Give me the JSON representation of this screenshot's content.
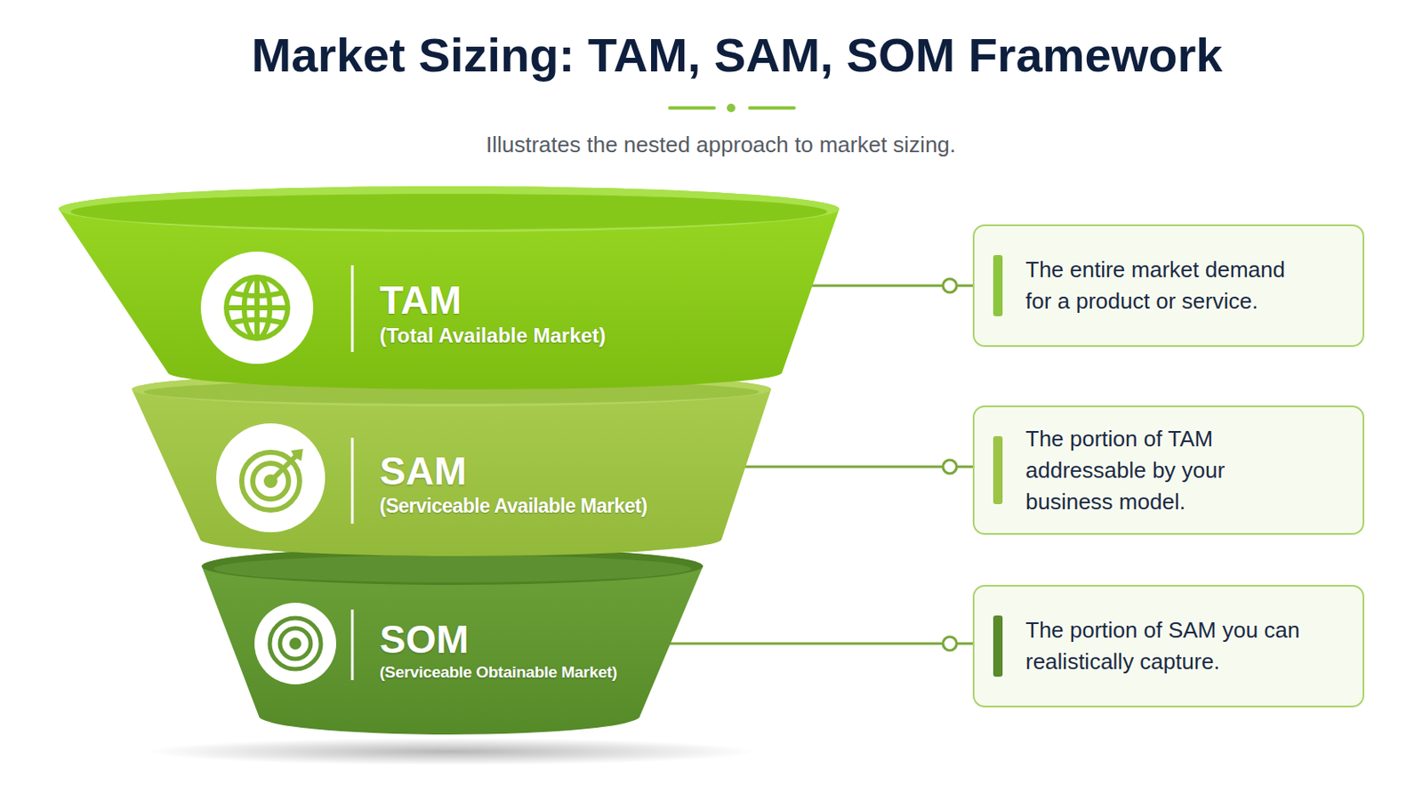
{
  "diagram": {
    "title": "Market Sizing: TAM, SAM, SOM Framework",
    "caption": "Illustrates the nested approach to market sizing.",
    "nodes": [
      {
        "text": [
          "TAM",
          "(Total Available Market)"
        ]
      },
      {
        "text": [
          "SAM",
          "(Serviceable Available Market)"
        ]
      },
      {
        "text": [
          "SOM",
          "(Serviceable Obtainable Market)"
        ]
      },
      {
        "text": [
          "The entire market demand for a product or service."
        ]
      },
      {
        "text": [
          "The portion of TAM addressable by your business model."
        ]
      },
      {
        "text": [
          "The portion of SAM you can realistically capture."
        ]
      }
    ],
    "edges": [
      {
        "from": 0,
        "to": 3,
        "arrow": "none"
      },
      {
        "from": 1,
        "to": 4,
        "arrow": "none"
      },
      {
        "from": 2,
        "to": 5,
        "arrow": "none"
      }
    ]
  }
}
